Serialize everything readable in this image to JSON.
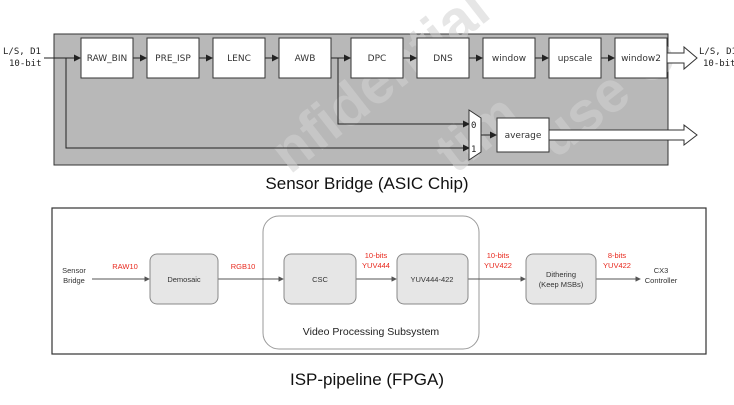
{
  "asic": {
    "caption": "Sensor Bridge (ASIC Chip)",
    "input_label": [
      "L/S, D1",
      "10-bit"
    ],
    "output_label": [
      "L/S, D1",
      "10-bit"
    ],
    "blocks": [
      "RAW_BIN",
      "PRE_ISP",
      "LENC",
      "AWB",
      "DPC",
      "DNS",
      "window",
      "upscale",
      "window2"
    ],
    "mux_labels": [
      "0",
      "1"
    ],
    "average_label": "average",
    "watermark": [
      "nfidential",
      "tim",
      "use O"
    ]
  },
  "fpga": {
    "caption": "ISP-pipeline (FPGA)",
    "source_label": [
      "Sensor",
      "Bridge"
    ],
    "sink_label": [
      "CX3",
      "Controller"
    ],
    "subsystem_label": "Video Processing Subsystem",
    "blocks": {
      "demosaic": [
        "Demosaic"
      ],
      "csc": [
        "CSC"
      ],
      "yuv": [
        "YUV444-422"
      ],
      "dither": [
        "Dithering",
        "(Keep MSBs)"
      ]
    },
    "edge_labels": {
      "raw": [
        "RAW10"
      ],
      "rgb": [
        "RGB10"
      ],
      "yuv444": [
        "10-bits",
        "YUV444"
      ],
      "yuv422": [
        "10-bits",
        "YUV422"
      ],
      "out": [
        "8-bits",
        "YUV422"
      ]
    },
    "colors": {
      "edge_label": "#e8291e",
      "block_fill": "#e6e6e6"
    }
  }
}
